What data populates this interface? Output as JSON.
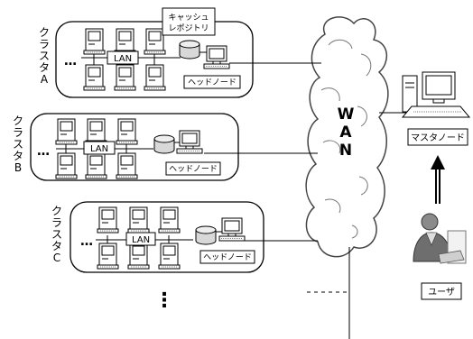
{
  "clusters": [
    {
      "vertical_label": "クラスタA",
      "lan_label": "LAN",
      "head_node_label": "ヘッドノード",
      "ellipsis": "…"
    },
    {
      "vertical_label": "クラスタB",
      "lan_label": "LAN",
      "head_node_label": "ヘッドノード",
      "ellipsis": "…"
    },
    {
      "vertical_label": "クラスタC",
      "lan_label": "LAN",
      "head_node_label": "ヘッドノード",
      "ellipsis": "…"
    }
  ],
  "cache_repository": {
    "line1": "キャッシュ",
    "line2": "レポジトリ"
  },
  "wan_label": {
    "line1": "W",
    "line2": "A",
    "line3": "N"
  },
  "master_node_label": "マスタノード",
  "user_label": "ユーザ",
  "more_clusters": "⋮"
}
